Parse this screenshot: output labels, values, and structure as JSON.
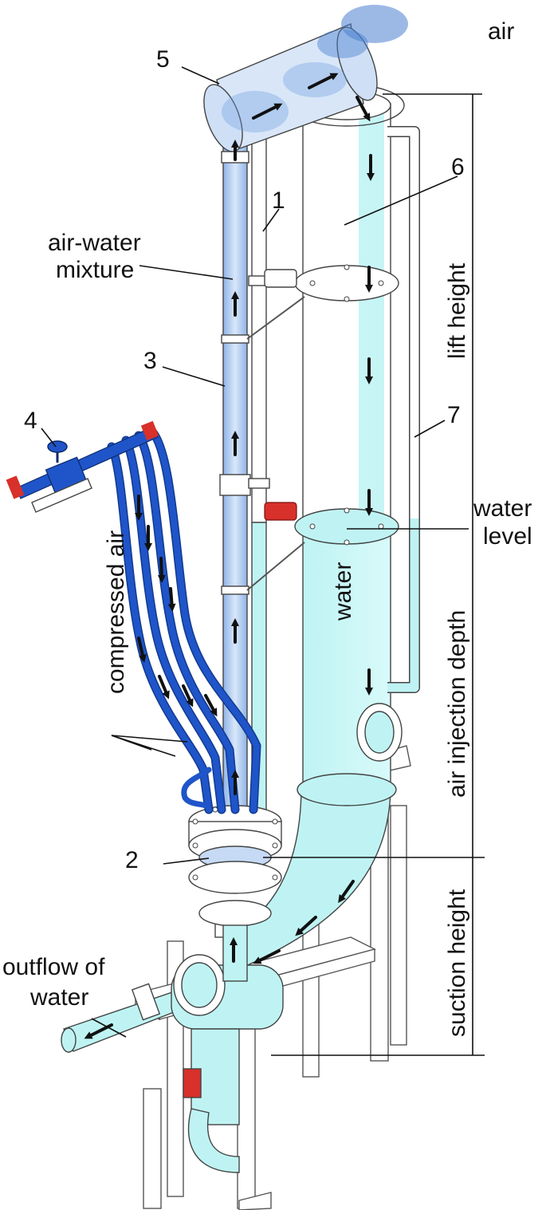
{
  "diagram": {
    "labels": {
      "air": "air",
      "n5": "5",
      "n1": "1",
      "n6": "6",
      "air_water_line1": "air-water",
      "air_water_line2": "mixture",
      "n3": "3",
      "n4": "4",
      "n7": "7",
      "lift_height": "lift height",
      "water_level_line1": "water",
      "water_level_line2": "level",
      "water": "water",
      "compressed_air": "compressed air",
      "air_injection_depth": "air injection depth",
      "n2": "2",
      "outflow_line1": "outflow of",
      "outflow_line2": "water",
      "suction_height": "suction height"
    },
    "colors": {
      "water": "#bff3f3",
      "air_mixture": "#5b8fd6",
      "compressed_air_pipe": "#1f55c9",
      "valve_red": "#d8302a",
      "outline": "#444444",
      "frame": "#ffffff"
    }
  }
}
